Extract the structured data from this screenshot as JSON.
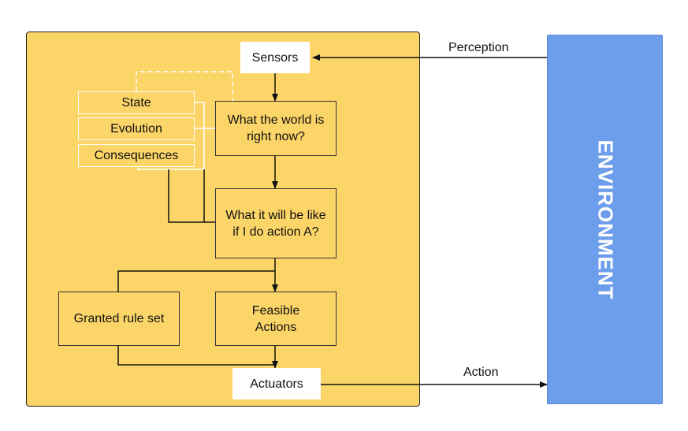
{
  "agent": {
    "sensors": "Sensors",
    "actuators": "Actuators",
    "state": "State",
    "evolution": "Evolution",
    "consequences": "Consequences",
    "world_now": "What the world is right now?",
    "world_future": "What it will be like if I do action A?",
    "rule_set": "Granted rule set",
    "feasible_actions": "Feasible Actions"
  },
  "environment": {
    "label": "ENVIRONMENT"
  },
  "edges": {
    "perception": "Perception",
    "action": "Action"
  },
  "colors": {
    "agent_fill": "#fcd568",
    "environment_fill": "#6d9eeb",
    "line": "#111111",
    "dashed_line": "#ffffff"
  }
}
